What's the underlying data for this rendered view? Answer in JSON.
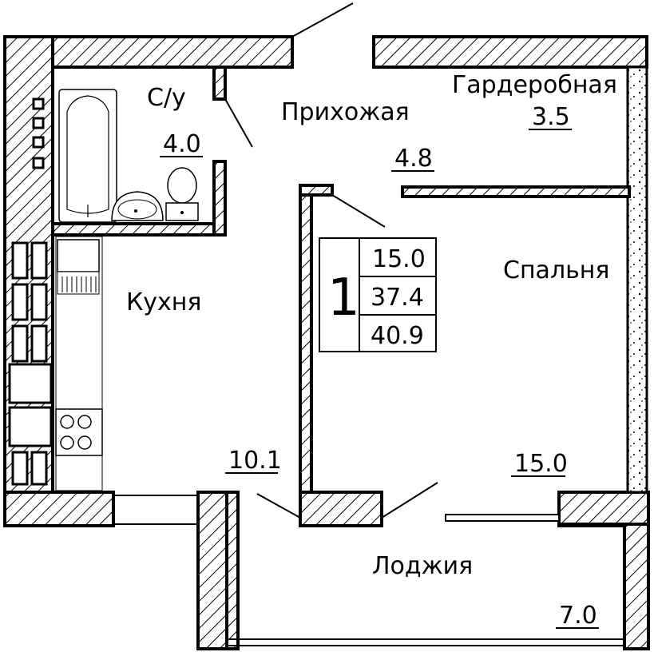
{
  "rooms": {
    "bathroom": {
      "name": "С/у",
      "area": "4.0"
    },
    "hallway": {
      "name": "Прихожая",
      "area": "4.8"
    },
    "wardrobe": {
      "name": "Гардеробная",
      "area": "3.5"
    },
    "bedroom": {
      "name": "Спальня",
      "area": "15.0"
    },
    "kitchen": {
      "name": "Кухня",
      "area": "10.1"
    },
    "loggia": {
      "name": "Лоджия",
      "area": "7.0"
    }
  },
  "summary": {
    "rooms_count": "1",
    "living_area": "15.0",
    "total_area": "37.4",
    "total_with_loggia": "40.9"
  }
}
